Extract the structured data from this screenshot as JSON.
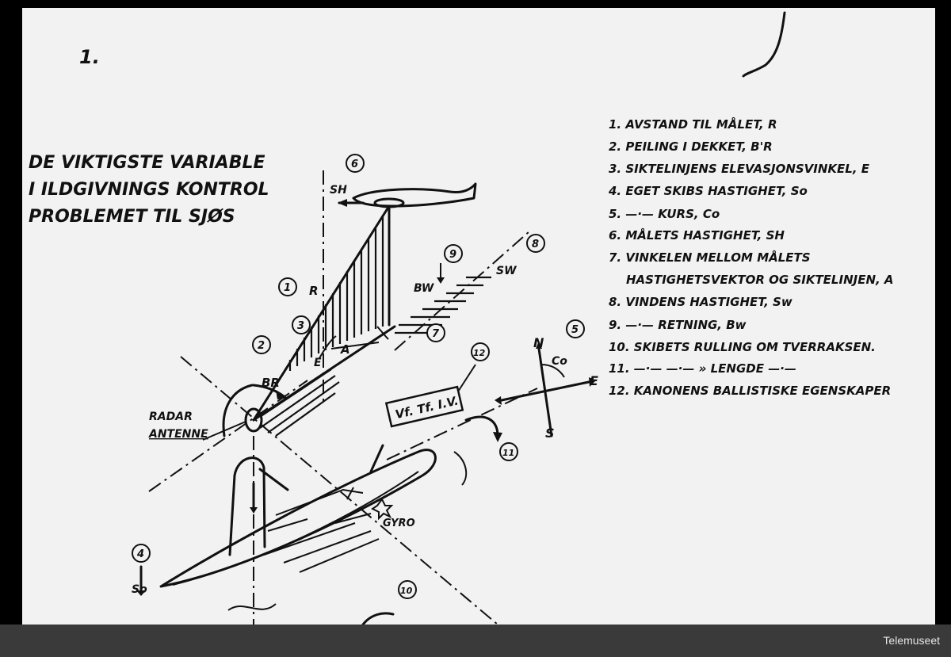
{
  "page_number": "1.",
  "title_lines": [
    "DE VIKTIGSTE VARIABLE",
    "I ILDGIVNINGS KONTROL",
    "PROBLEMET TIL SJØS"
  ],
  "legend": [
    "1. AVSTAND TIL MÅLET, R",
    "2. PEILING I DEKKET, B'R",
    "3. SIKTELINJENS ELEVASJONSVINKEL, E",
    "4. EGET SKIBS HASTIGHET, So",
    "5. —·—   KURS, Co",
    "6. MÅLETS HASTIGHET, SH",
    "7. VINKELEN MELLOM MÅLETS",
    "HASTIGHETSVEKTOR OG SIKTELINJEN, A",
    "8. VINDENS HASTIGHET, Sw",
    "9. —·—   RETNING, Bw",
    "10. SKIBETS RULLING OM TVERRAKSEN.",
    "11. —·—   —·—   » LENGDE —·—",
    "12. KANONENS BALLISTISKE EGENSKAPER"
  ],
  "labels": {
    "radar": "RADAR",
    "antenne": "ANTENNE",
    "gyro": "GYRO",
    "box": "Vf. Tf. I.V.",
    "R": "R",
    "BR": "BR",
    "A": "A",
    "E": "E",
    "SH": "SH",
    "SW": "SW",
    "BW": "BW",
    "So": "So",
    "Co": "Co",
    "compass_N": "N",
    "compass_E": "E",
    "compass_S": "S"
  },
  "circled_numbers": [
    "1",
    "2",
    "3",
    "4",
    "5",
    "6",
    "7",
    "8",
    "9",
    "10",
    "11",
    "12"
  ],
  "watermark": "Telemuseet"
}
